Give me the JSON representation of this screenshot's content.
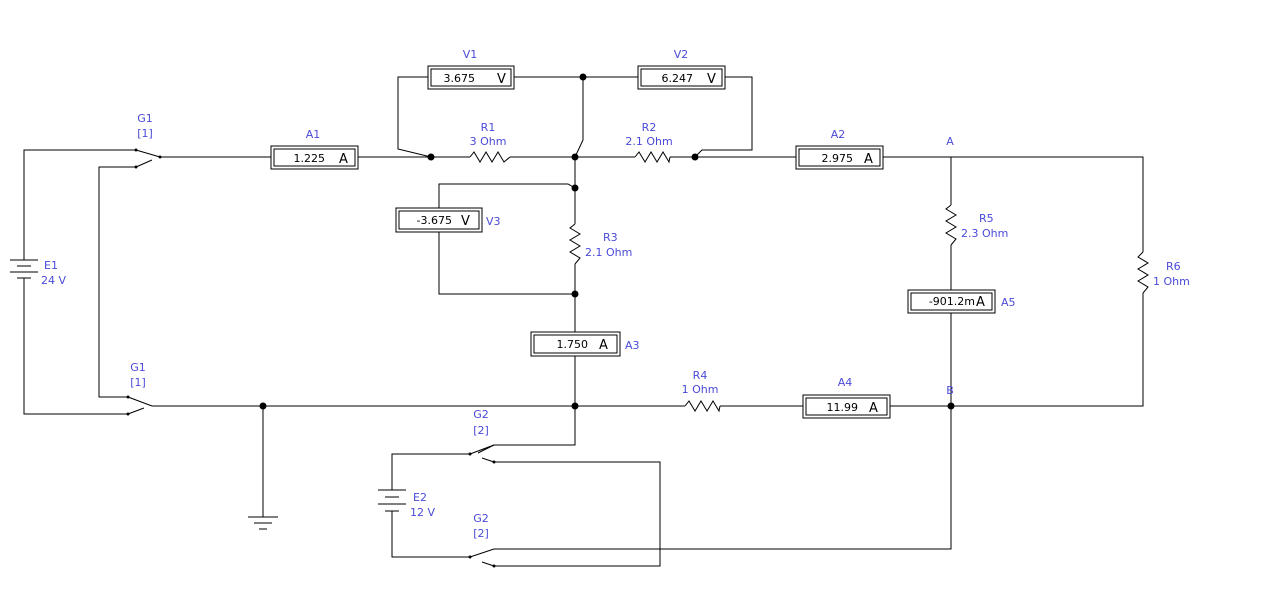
{
  "meters": {
    "V1": {
      "name": "V1",
      "value": "3.675",
      "unit": "V"
    },
    "V2": {
      "name": "V2",
      "value": "6.247",
      "unit": "V"
    },
    "V3": {
      "name": "V3",
      "value": "-3.675",
      "unit": "V"
    },
    "A1": {
      "name": "A1",
      "value": "1.225",
      "unit": "A"
    },
    "A2": {
      "name": "A2",
      "value": "2.975",
      "unit": "A"
    },
    "A3": {
      "name": "A3",
      "value": "1.750",
      "unit": "A"
    },
    "A4": {
      "name": "A4",
      "value": "11.99",
      "unit": "A"
    },
    "A5": {
      "name": "A5",
      "value": "-901.2m",
      "unit": "A"
    }
  },
  "resistors": {
    "R1": {
      "name": "R1",
      "value": "3  Ohm"
    },
    "R2": {
      "name": "R2",
      "value": "2.1  Ohm"
    },
    "R3": {
      "name": "R3",
      "value": "2.1  Ohm"
    },
    "R4": {
      "name": "R4",
      "value": "1  Ohm"
    },
    "R5": {
      "name": "R5",
      "value": "2.3  Ohm"
    },
    "R6": {
      "name": "R6",
      "value": "1  Ohm"
    }
  },
  "sources": {
    "E1": {
      "name": "E1",
      "value": "24 V"
    },
    "E2": {
      "name": "E2",
      "value": "12 V"
    }
  },
  "switches": {
    "G1_top": {
      "name": "G1",
      "key": "[1]"
    },
    "G1_bottom": {
      "name": "G1",
      "key": "[1]"
    },
    "G2_top": {
      "name": "G2",
      "key": "[2]"
    },
    "G2_bottom": {
      "name": "G2",
      "key": "[2]"
    }
  },
  "nodes": {
    "A": "A",
    "B": "B"
  }
}
